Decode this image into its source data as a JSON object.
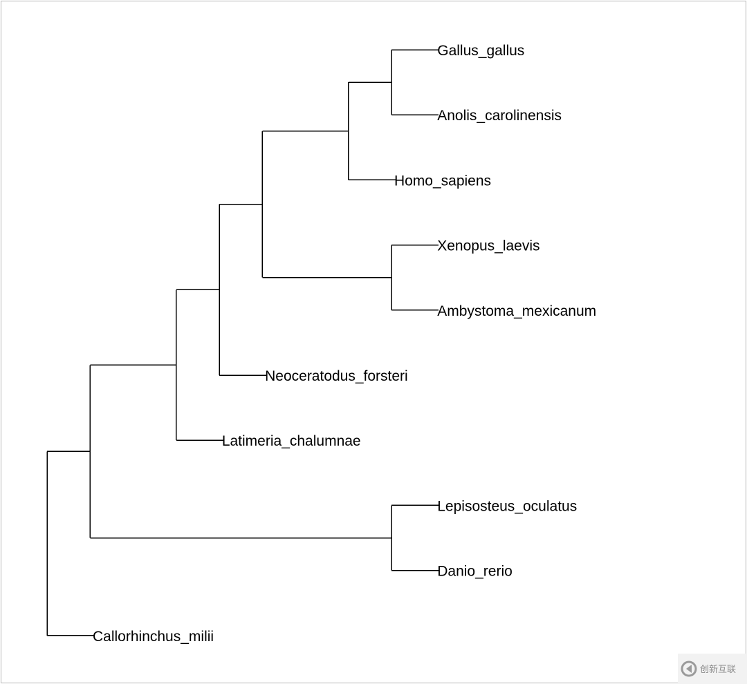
{
  "tree": {
    "tips": [
      "Gallus_gallus",
      "Anolis_carolinensis",
      "Homo_sapiens",
      "Xenopus_laevis",
      "Ambystoma_mexicanum",
      "Neoceratodus_forsteri",
      "Latimeria_chalumnae",
      "Lepisosteus_oculatus",
      "Danio_rerio",
      "Callorhinchus_milii"
    ],
    "newick": "(((((((Gallus_gallus,Anolis_carolinensis),Homo_sapiens),(Xenopus_laevis,Ambystoma_mexicanum)),Neoceratodus_forsteri),Latimeria_chalumnae),(Lepisosteus_oculatus,Danio_rerio)),Callorhinchus_milii);",
    "line_color": "#000000"
  },
  "watermark": {
    "text": "创新互联"
  }
}
